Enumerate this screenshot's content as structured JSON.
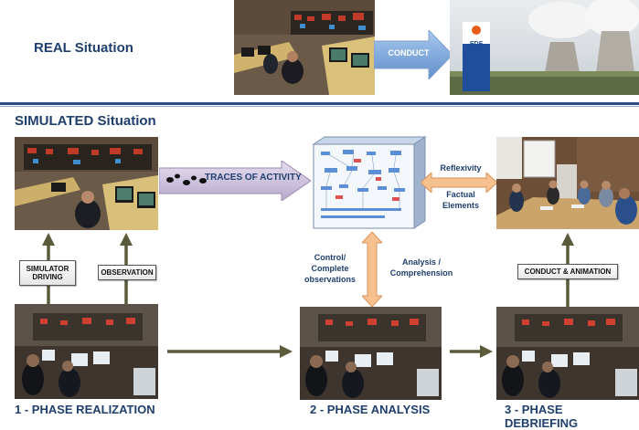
{
  "real": {
    "title": "REAL Situation",
    "conduct_label": "CONDUCT"
  },
  "simulated": {
    "title": "SIMULATED Situation"
  },
  "traces_label": "TRACES OF ACTIVITY",
  "reflexivity_label": "Reflexivity",
  "factual_elements_label": "Factual\nElements",
  "control_label": "Control/\nComplete\nobservations",
  "analysis_label": "Analysis /\nComprehension",
  "simulator_driving_label": "SIMULATOR\nDRIVING",
  "observation_label": "OBSERVATION",
  "conduct_animation_label": "CONDUCT & ANIMATION",
  "phases": [
    "1 - PHASE REALIZATION",
    "2 - PHASE ANALYSIS",
    "3 - PHASE DEBRIEFING"
  ],
  "edf_logo_text": "EDF",
  "colors": {
    "accent_blue": "#1f3f6e",
    "arrow_olive": "#5b5a3a",
    "arrow_orange": "#f2b27a",
    "arrow_conduct": "#7aa7dc"
  }
}
